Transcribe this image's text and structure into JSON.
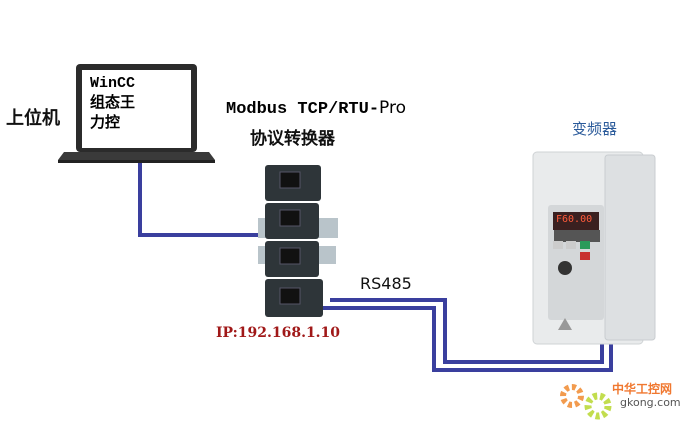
{
  "host": {
    "label": "上位机",
    "screen_lines": [
      "WinCC",
      "组态王",
      "力控"
    ]
  },
  "converter": {
    "title_line1": "Modbus TCP/RTU-",
    "title_suffix": "Pro",
    "title_line2": "协议转换器",
    "ip": "IP:192.168.1.10"
  },
  "link": {
    "label": "RS485"
  },
  "inverter": {
    "label": "变频器",
    "display": "F60.00"
  },
  "watermark": {
    "text": "中华工控网",
    "domain": "gkong.com"
  },
  "colors": {
    "cable": "#3a3f9e",
    "ip": "#a01818",
    "inverter_label": "#2a5a9a"
  }
}
